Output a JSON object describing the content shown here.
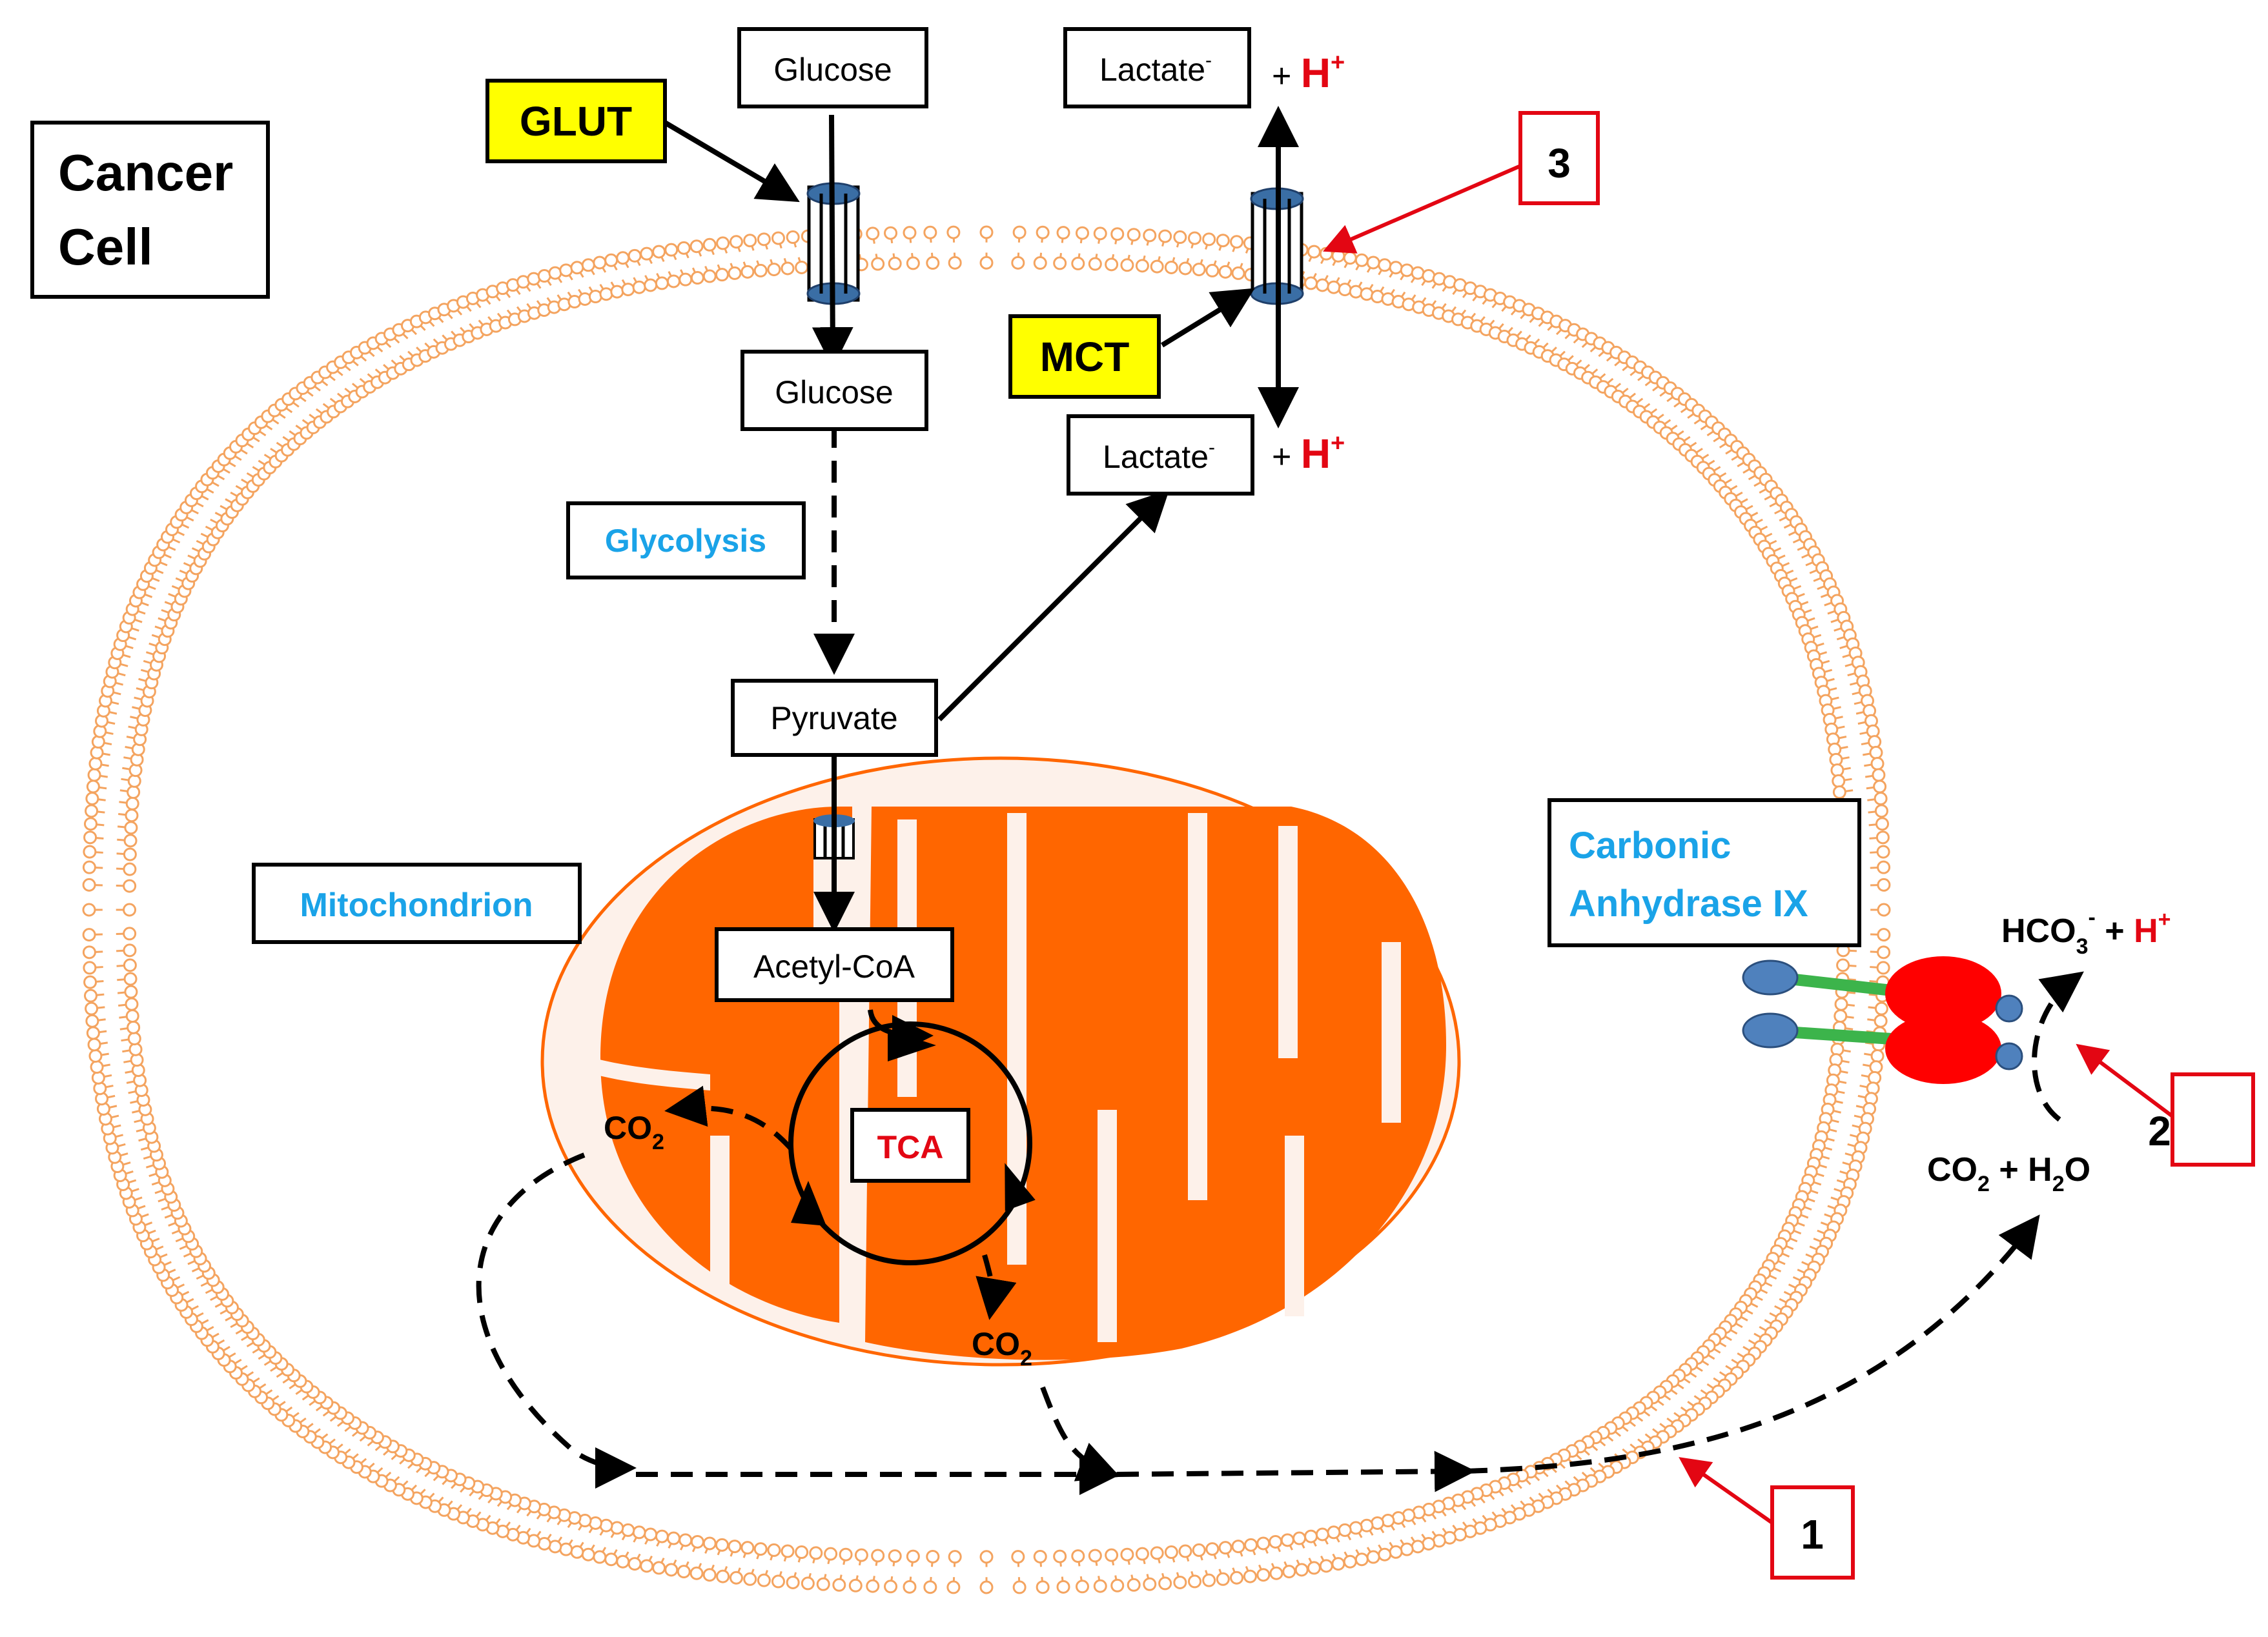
{
  "labels": {
    "glucose_out": "Glucose",
    "glucose_in": "Glucose",
    "glut": "GLUT",
    "mct": "MCT",
    "lactate_out": "Lactate",
    "lactate_in": "Lactate",
    "lactate_charge": "-",
    "plus_h_prefix": "+ ",
    "h": "H",
    "h_charge": "+",
    "cancer_cell_line1": "Cancer",
    "cancer_cell_line2": "Cell",
    "glycolysis": "Glycolysis",
    "pyruvate": "Pyruvate",
    "mitochondrion": "Mitochondrion",
    "acetyl_coa": "Acetyl-CoA",
    "tca": "TCA",
    "co2_co": "CO",
    "co2_sub": "2",
    "carbonic_line1": "Carbonic",
    "carbonic_line2": "Anhydrase IX",
    "hco3_hco": "HCO",
    "hco3_sub": "3",
    "hco3_charge": "-",
    "hco3_plus": " + ",
    "co2_h2o_co": "CO",
    "co2_h2o_sub": "2",
    "co2_h2o_mid": " + H",
    "co2_h2o_sub2": "2",
    "co2_h2o_end": "O",
    "callout_1": "1",
    "callout_2": "2",
    "callout_3": "3"
  },
  "colors": {
    "membrane": "#f4a460",
    "mitochondrion_fill": "#ff6600",
    "mitochondrion_outer": "#fdf1ea",
    "highlight": "#ffff00",
    "blue_label": "#1aa3e8",
    "red_text": "#e30613",
    "transporter": "#3a6ea5",
    "enzyme": "#ff0000",
    "enzyme_stalk": "#3cb44b",
    "enzyme_knob": "#4f81bd"
  }
}
